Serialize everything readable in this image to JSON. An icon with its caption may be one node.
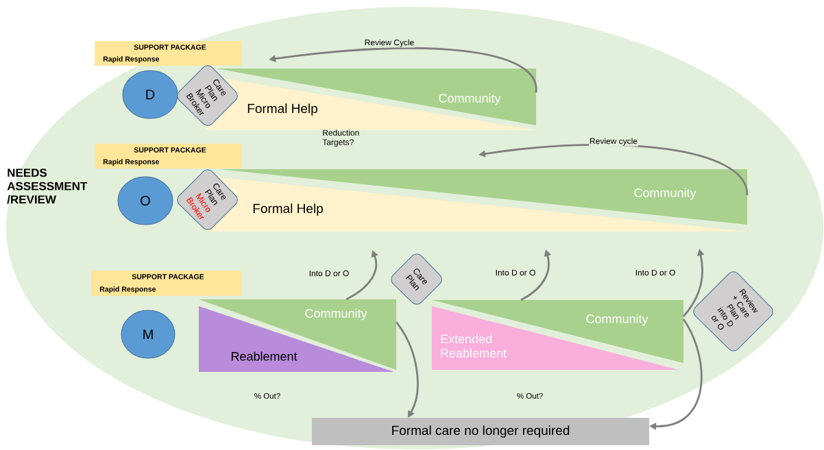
{
  "diagram": {
    "nodes": [
      {
        "text": [
          "SUPPORT PACKAGE",
          "Rapid Response"
        ]
      },
      {
        "text": [
          "D"
        ]
      },
      {
        "text": [
          "Care Plan Micro Broker"
        ]
      },
      {
        "text": [
          "Formal Help"
        ]
      },
      {
        "text": [
          "Community"
        ]
      },
      {
        "text": [
          "SUPPORT PACKAGE",
          "Rapid Response"
        ]
      },
      {
        "text": [
          "O"
        ]
      },
      {
        "text": [
          "Care Plan",
          "Micro Broker"
        ]
      },
      {
        "text": [
          "Formal Help"
        ]
      },
      {
        "text": [
          "Community"
        ]
      },
      {
        "text": [
          "SUPPORT PACKAGE",
          "Rapid Response"
        ]
      },
      {
        "text": [
          "M"
        ]
      },
      {
        "text": [
          "Reablement"
        ]
      },
      {
        "text": [
          "Community"
        ]
      },
      {
        "text": [
          "Care Plan"
        ]
      },
      {
        "text": [
          "Extended Reablement"
        ]
      },
      {
        "text": [
          "Community"
        ]
      },
      {
        "text": [
          "Review + Care Plan into D or O"
        ]
      },
      {
        "text": [
          "Formal care no longer required"
        ]
      }
    ],
    "edges": [
      {
        "from": 4,
        "to": null,
        "arrow": "to",
        "label": "Review Cycle"
      },
      {
        "from": 9,
        "to": null,
        "arrow": "to",
        "label": "Review cycle"
      },
      {
        "from": 13,
        "to": null,
        "arrow": "to",
        "label": "Into D or O"
      },
      {
        "from": 16,
        "to": null,
        "arrow": "to",
        "label": "Into D or O"
      },
      {
        "from": 16,
        "to": null,
        "arrow": "to",
        "label": "Into D or O"
      },
      {
        "from": 13,
        "to": 18,
        "arrow": "to"
      },
      {
        "from": 16,
        "to": 18,
        "arrow": "to"
      }
    ],
    "labels": [
      "NEEDS ASSESSMENT /REVIEW",
      "Reduction Targets?",
      "% Out?",
      "% Out?"
    ]
  }
}
